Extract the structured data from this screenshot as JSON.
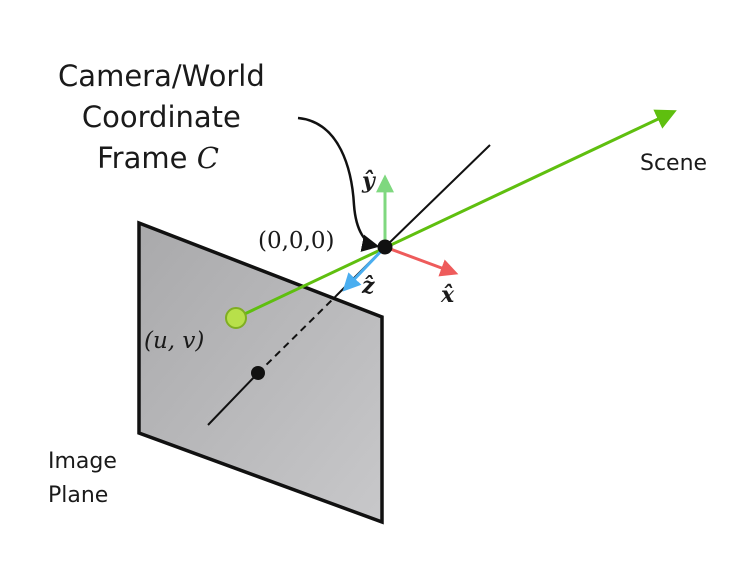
{
  "frame_label": {
    "line1": "Camera/World",
    "line2": "Coordinate",
    "line3": "Frame ",
    "symbol": "C"
  },
  "scene_label": "Scene",
  "origin_label": "(0,0,0)",
  "axes": {
    "y": "ŷ",
    "z": "ẑ",
    "x": "x̂"
  },
  "image_point_label": "(u, v)",
  "image_plane_label": {
    "line1": "Image",
    "line2": "Plane"
  },
  "colors": {
    "plane_fill": "#b9b9bb",
    "plane_stroke": "#111111",
    "ray": "#5fbf0f",
    "y_axis": "#7fd87f",
    "x_axis": "#ee5b5b",
    "z_axis": "#4aaef0",
    "point_fill": "#b8e04a"
  }
}
